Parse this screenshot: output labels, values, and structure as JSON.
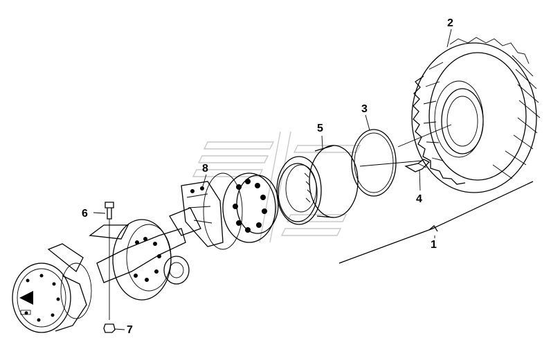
{
  "callouts": {
    "c1": "1",
    "c2": "2",
    "c3": "3",
    "c4": "4",
    "c5": "5",
    "c6": "6",
    "c7": "7",
    "c8": "8"
  },
  "parts": [
    {
      "callout": "1",
      "icon": "wheel-assembly-bracket-icon"
    },
    {
      "callout": "2",
      "icon": "tire-icon"
    },
    {
      "callout": "3",
      "icon": "o-ring-icon"
    },
    {
      "callout": "4",
      "icon": "valve-stem-icon"
    },
    {
      "callout": "5",
      "icon": "rim-icon"
    },
    {
      "callout": "6",
      "icon": "bolt-icon"
    },
    {
      "callout": "7",
      "icon": "nut-icon"
    },
    {
      "callout": "8",
      "icon": "wheel-hub-icon"
    }
  ]
}
